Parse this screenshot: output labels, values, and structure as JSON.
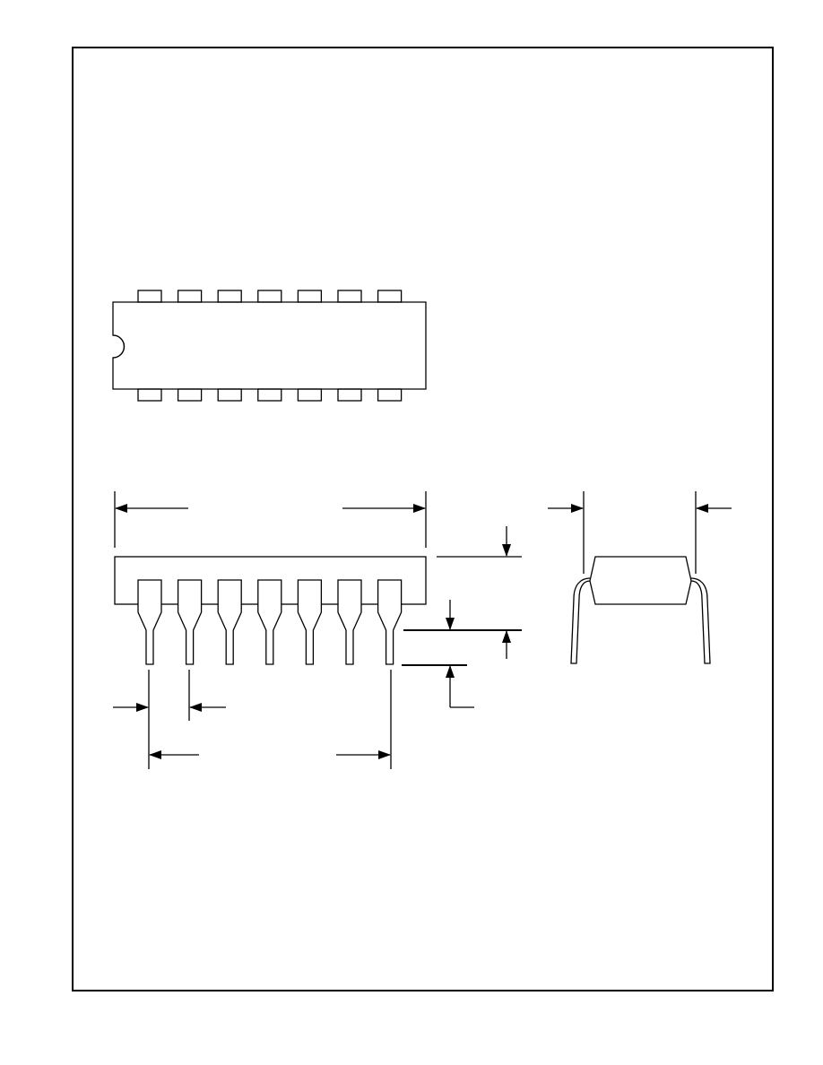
{
  "package": {
    "type": "dual-in-line",
    "pins_per_side": 7,
    "total_pins": 14,
    "orientation_notch": "left"
  },
  "colors": {
    "line": "#000000",
    "background": "#ffffff"
  }
}
